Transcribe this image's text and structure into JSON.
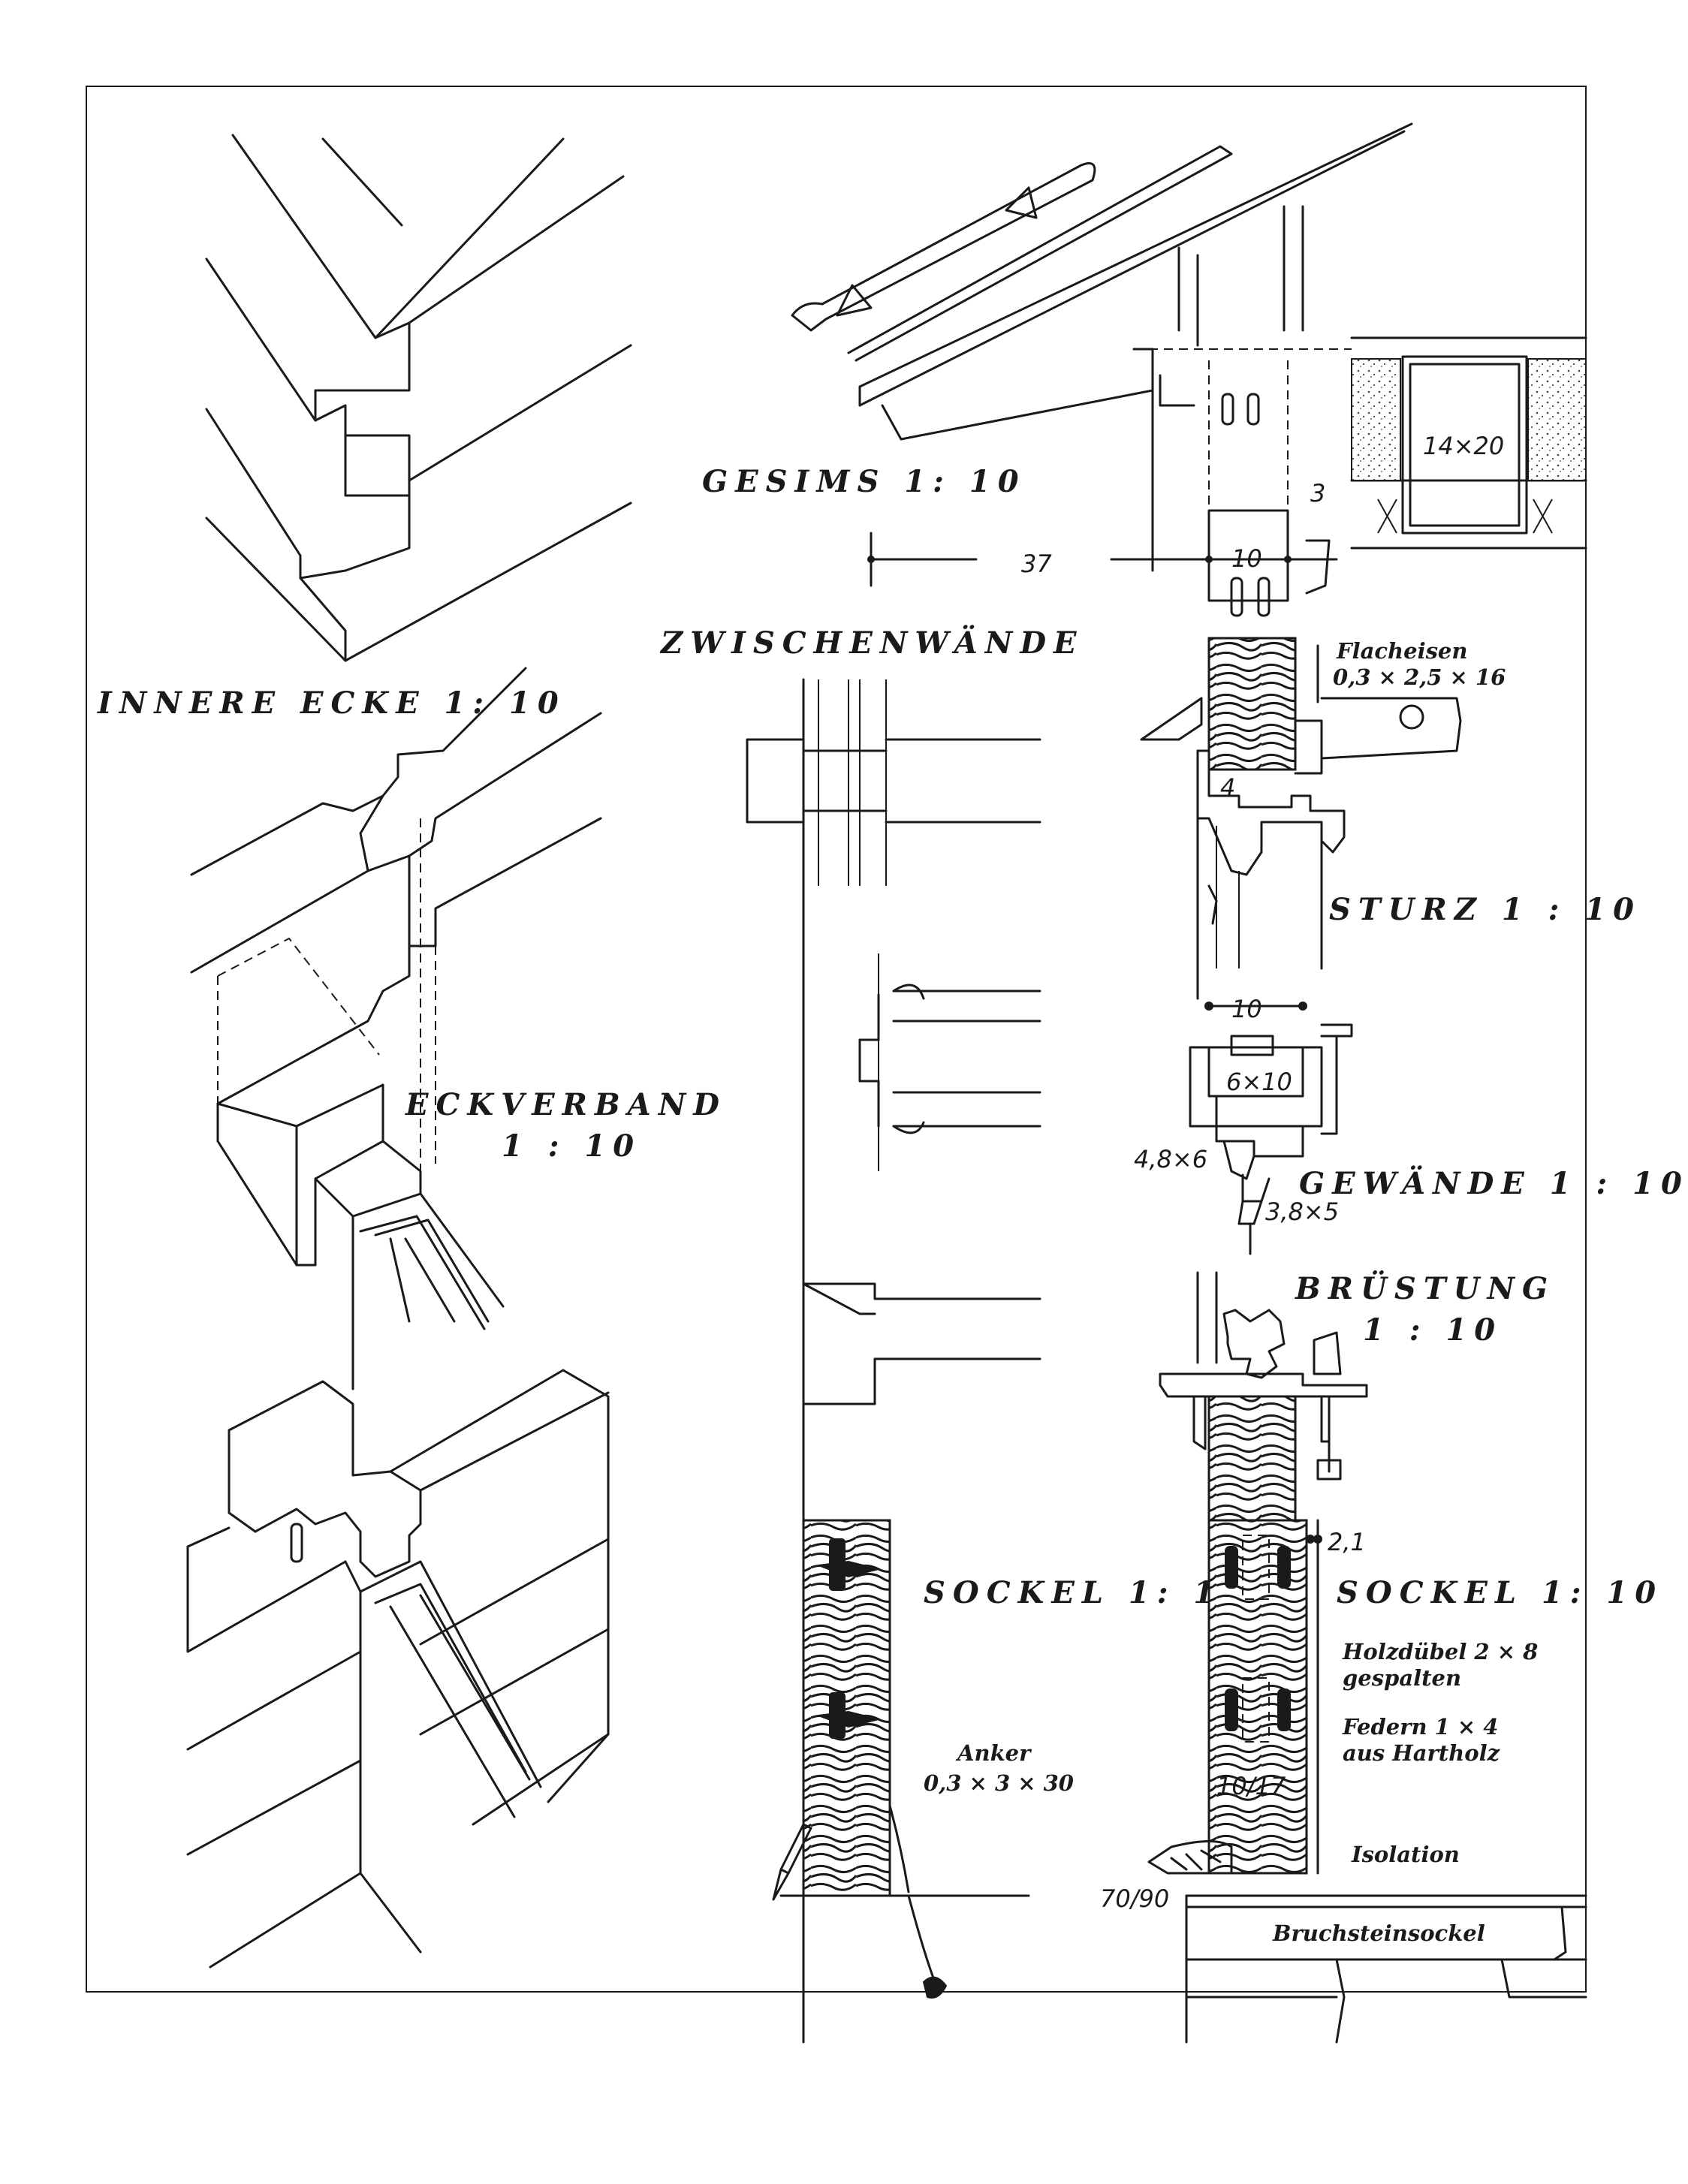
{
  "labels": {
    "gesims": "GESIMS 1: 10",
    "innere_ecke": "INNERE ECKE 1: 10",
    "zwischenwaende": "ZWISCHENWÄNDE",
    "eckverband_1": "ECKVERBAND",
    "eckverband_2": "1 : 10",
    "sturz": "STURZ 1 : 10",
    "gewaende": "GEWÄNDE 1 : 10",
    "bruestung_1": "BRÜSTUNG",
    "bruestung_2": "1 : 10",
    "sockel_left": "SOCKEL 1: 10",
    "sockel_right": "SOCKEL 1: 10"
  },
  "notes": {
    "flacheisen_1": "Flacheisen",
    "flacheisen_2": "0,3 × 2,5 × 16",
    "holzduebel_1": "Holzdübel 2 × 8",
    "holzduebel_2": "gespalten",
    "federn_1": "Federn 1 × 4",
    "federn_2": "aus Hartholz",
    "anker_1": "Anker",
    "anker_2": "0,3 × 3 × 30",
    "isolation": "Isolation",
    "bruchstein": "Bruchsteinsockel"
  },
  "dimensions": {
    "d37": "37",
    "d10_top": "10",
    "d3": "3",
    "d14x20": "14×20",
    "d4": "4",
    "d10_gew": "10",
    "d6x10": "6×10",
    "d48x6": "4,8×6",
    "d38x5": "3,8×5",
    "d21": "2,1",
    "d10_17": "10/17",
    "d70_90": "70/90"
  }
}
